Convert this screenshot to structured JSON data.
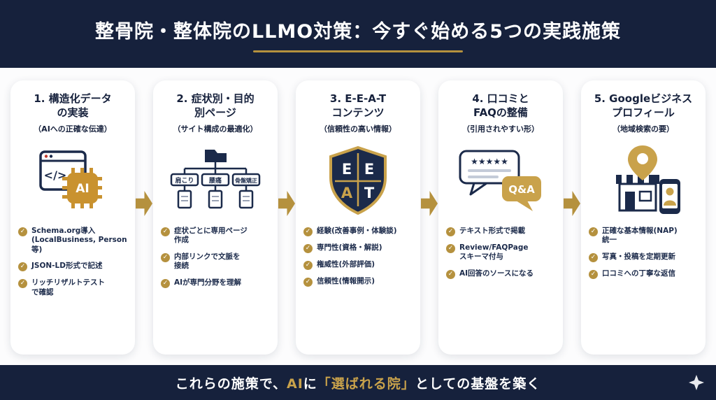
{
  "colors": {
    "navy": "#16213C",
    "gold": "#B5913E",
    "gold_light": "#C9A24B",
    "card_bg": "#FFFFFF"
  },
  "header": {
    "title": "整骨院・整体院のLLMO対策：今すぐ始める5つの実践施策"
  },
  "cards": [
    {
      "title": "1. 構造化データ\nの実装",
      "subtitle": "（AIへの正確な伝達）",
      "icon": {
        "name": "code-window-ai-chip",
        "code_label": "</>",
        "chip_label": "AI"
      },
      "bullets": [
        "Schema.org導入\n(LocalBusiness, Person等)",
        "JSON-LD形式で記述",
        "リッチリザルトテスト\nで確認"
      ]
    },
    {
      "title": "2. 症状別・目的\n別ページ",
      "subtitle": "（サイト構成の最適化）",
      "icon": {
        "name": "sitemap-folder",
        "labels": [
          "肩こり",
          "腰痛",
          "骨盤矯正"
        ]
      },
      "bullets": [
        "症状ごとに専用ページ\n作成",
        "内部リンクで文脈を\n接続",
        "AIが専門分野を理解"
      ]
    },
    {
      "title": "3. E-E-A-T\nコンテンツ",
      "subtitle": "（信頼性の高い情報）",
      "icon": {
        "name": "eeat-shield",
        "letters": [
          "E",
          "E",
          "A",
          "T"
        ]
      },
      "bullets": [
        "経験(改善事例・体験談)",
        "専門性(資格・解説)",
        "権威性(外部評価)",
        "信頼性(情報開示)"
      ]
    },
    {
      "title": "4. 口コミと\nFAQの整備",
      "subtitle": "（引用されやすい形）",
      "icon": {
        "name": "review-qa-bubbles",
        "stars": "★★★★★",
        "qa_label": "Q&A"
      },
      "bullets": [
        "テキスト形式で掲載",
        "Review/FAQPage\nスキーマ付与",
        "AI回答のソースになる"
      ]
    },
    {
      "title": "5. Googleビジネス\nプロフィール",
      "subtitle": "（地域検索の要）",
      "icon": {
        "name": "google-business-store"
      },
      "bullets": [
        "正確な基本情報(NAP)\n統一",
        "写真・投稿を定期更新",
        "口コミへの丁寧な返信"
      ]
    }
  ],
  "footer": {
    "segments": [
      {
        "text": "これらの施策で、",
        "gold": false
      },
      {
        "text": "AI",
        "gold": true
      },
      {
        "text": "に",
        "gold": false
      },
      {
        "text": "「選ばれる院」",
        "gold": true
      },
      {
        "text": "としての基盤を築く",
        "gold": false
      }
    ]
  }
}
